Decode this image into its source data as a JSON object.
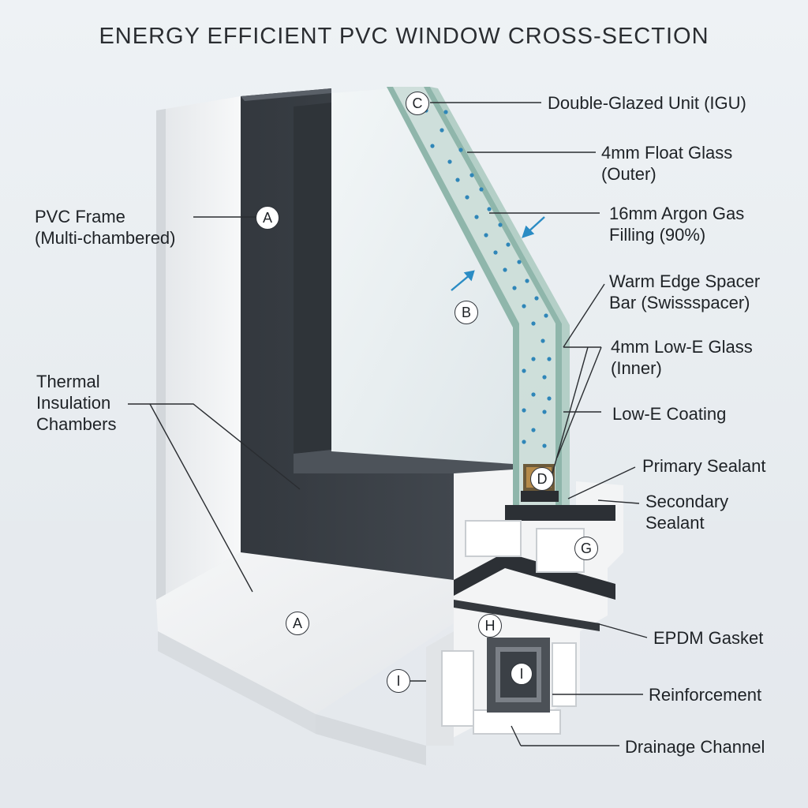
{
  "title": "ENERGY EFFICIENT PVC WINDOW CROSS-SECTION",
  "labels": {
    "igu": "Double-Glazed Unit (IGU)",
    "float_glass_1": "4mm Float Glass",
    "float_glass_2": "(Outer)",
    "argon_1": "16mm Argon Gas",
    "argon_2": "Filling (90%)",
    "spacer_1": "Warm Edge Spacer",
    "spacer_2": "Bar (Swissspacer)",
    "lowe_glass_1": "4mm Low-E Glass",
    "lowe_glass_2": "(Inner)",
    "lowe_coating": "Low-E Coating",
    "primary_sealant": "Primary Sealant",
    "secondary_sealant_1": "Secondary",
    "secondary_sealant_2": "Sealant",
    "epdm": "EPDM Gasket",
    "reinforcement": "Reinforcement",
    "drainage": "Drainage Channel",
    "pvc_frame_1": "PVC Frame",
    "pvc_frame_2": "(Multi-chambered)",
    "thermal_1": "Thermal",
    "thermal_2": "Insulation",
    "thermal_3": "Chambers"
  },
  "badges": {
    "a_frame": "A",
    "a_sill": "A",
    "b": "B",
    "c": "C",
    "d": "D",
    "g": "G",
    "h": "H",
    "i_left": "I",
    "i_core": "I"
  },
  "colors": {
    "background": "#e9eef2",
    "frame_dark": "#3b4046",
    "frame_white": "#f4f5f6",
    "glass_tint": "#a9c9c0",
    "argon_dots": "#2f86b8",
    "arrow_blue": "#2a8cc4"
  }
}
